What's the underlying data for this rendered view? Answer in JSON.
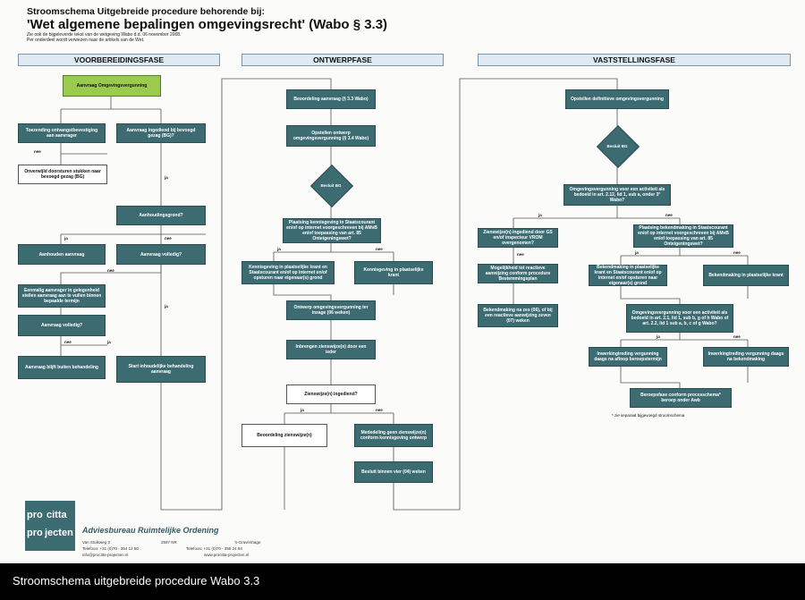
{
  "header": {
    "line1": "Stroomschema Uitgebreide procedure behorende  bij:",
    "line2": "'Wet algemene bepalingen omgevingsrecht' (Wabo § 3.3)",
    "note1": "Zie ook de bijgeleverde tekst van de wetgeving Wabo d.d. 06 november 2008.",
    "note2": "Per onderdeel wordt verwezen naar de artikels van de Wet."
  },
  "phases": [
    "VOORBEREIDINGSFASE",
    "ONTWERPFASE",
    "VASTSTELLINGSFASE"
  ],
  "nodes": {
    "aanvraag": "Aanvraag Omgevingsvergunning",
    "ontvangst": "Toezending ontvangstbevestiging aan aanvrager",
    "ingediend": "Aanvraag ingediend bij bevoegd gezag (BG)?",
    "doorsturen": "Onverwijld doorsturen stukken naar bevoegd gezag (BG)",
    "aanhouding": "Aanhoudingsgrond?",
    "aanhouden": "Aanhouden aanvraag",
    "volledig1": "Aanvraag volledig?",
    "eenmalig": "Eenmalig aanvrager in gelegenheid stellen aanvraag aan te vullen binnen bepaalde termijn",
    "volledig2": "Aanvraag volledig?",
    "buiten": "Aanvraag blijft buiten behandeling",
    "start": "Start inhoudelijke behandeling aanvraag",
    "beoordeling": "Beoordeling aanvraag (§ 3.3 Wabo)",
    "opstellen_ontwerp": "Opstellen ontwerp omgevingsvergunning (§ 3.4 Wabo)",
    "besluit_bg1": "Besluit BG",
    "plaatsing1": "Plaatsing kennisgeving in Staatscourant en/of op internet voorgeschreven bij AMvB en/of toepassing van art. 85 Onteigeningswet?",
    "kennis1": "Kennisgeving in plaatselijke krant en Staatscourant en/of op internet en/of opsturen naar eigenaar(s) grond",
    "kennis2": "Kennisgeving in plaatselijke krant",
    "inzage": "Ontwerp omgevingsvergunning ter inzage (06 weken)",
    "zienswijze_in": "Inbrengen zienswijze(n) door een ieder",
    "ingediend_q": "Zienswijze(n) ingediend?",
    "beoord_zw": "Beoordeling zienswijze(n)",
    "mededeling": "Mededeling geen zienswijze(n) conform kennisgeving ontwerp",
    "besluit_vier": "Besluit binnen vier (04) weken",
    "opstellen_def": "Opstellen definitieve omgevingsvergunning",
    "besluit_bg2": "Besluit BG",
    "omg_activiteit": "Omgevingsvergunning voor een activiteit als bedoeld in art. 2.12, lid 1, sub a, onder 3° Wabo?",
    "zienswijzen_gs": "Zienswijze(n) ingediend door GS en/of inspecteur VROM overgenomen?",
    "plaatsing2": "Plaatsing bekendmaking in Staatscourant en/of op internet voorgeschreven bij AMvB en/of toepassing van art. 85 Onteigeningswet?",
    "mogelijkheid": "Mogelijkheid tot reactieve aanwijzing conform procedure Bestemmingsplan",
    "bekend_krant_sc": "Bekendmaking in plaatselijke krant en Staatscourant en/of op internet en/of opsturen naar eigenaar(s) grond",
    "bekend_krant": "Bekendmaking in plaatselijke krant",
    "bekend_zes": "Bekendmaking na zes (06), of bij een reactieve aanwijzing zeven (07) weken",
    "omg_activiteit2": "Omgevingsvergunning voor een activiteit als bedoeld in art. 2.1, lid 1, sub b, g of h Wabo of art. 2.2, lid 1 sub a, b, c of g Wabo?",
    "inwerking_zes": "Inwerkingtreding vergunning daags na afloop beroepstermijn",
    "inwerking_dag": "Inwerkingtreding vergunning daags na bekendmaking",
    "beroep": "Beroepsfase conform processchema* beroep onder Awb"
  },
  "labels": {
    "nee": "nee",
    "ja": "ja"
  },
  "footnote": "* zie separaat bijgevoegd stroomschema",
  "company": {
    "logo_top_left": "pro",
    "logo_top_right": "citta",
    "logo_bottom_left": "pro",
    "logo_bottom_right": "jecten",
    "name": "Adviesbureau Ruimtelijke Ordening",
    "address": "Van Stolkweg 3",
    "postcode": "2597 NR",
    "city": "'s-Gravenhage",
    "phone1": "Telefoon: +31 (0)70 - 354 12 50",
    "phone2": "Telefoon: +31 (0)70 - 355 24 94",
    "email": "info@procitta-projecten.nl",
    "web": "www.procitta-projecten.nl"
  },
  "caption": "Stroomschema uitgebreide procedure Wabo 3.3"
}
